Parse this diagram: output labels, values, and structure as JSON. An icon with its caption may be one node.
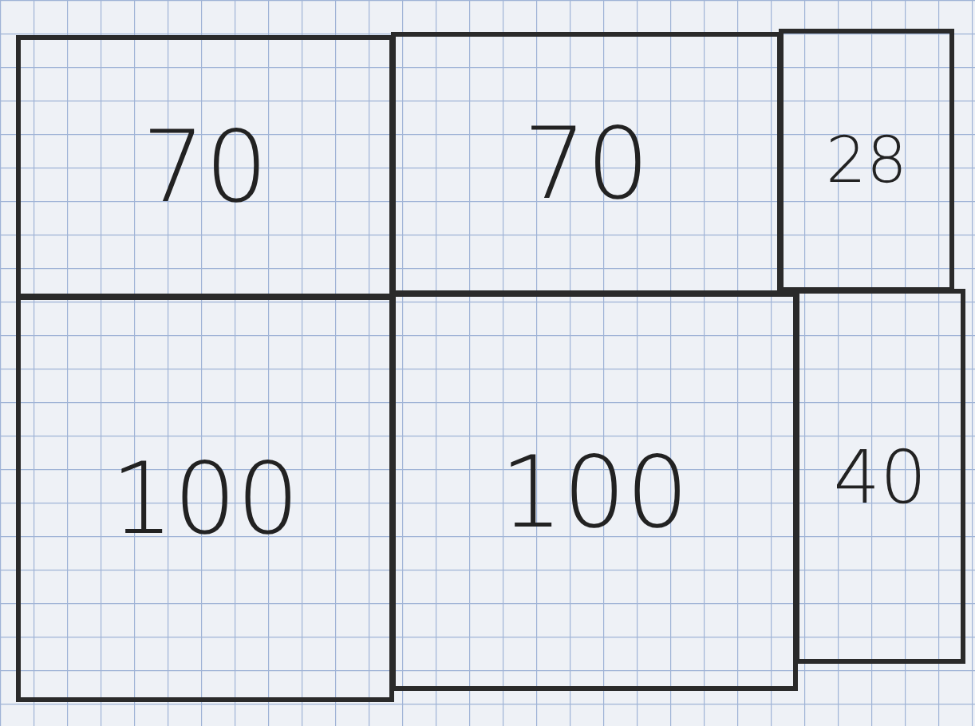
{
  "diagram": {
    "nodes": [
      {
        "text": [
          "70"
        ]
      },
      {
        "text": [
          "70"
        ]
      },
      {
        "text": [
          "28"
        ]
      },
      {
        "text": [
          "100"
        ]
      },
      {
        "text": [
          "100"
        ]
      },
      {
        "text": [
          "40"
        ]
      }
    ]
  }
}
